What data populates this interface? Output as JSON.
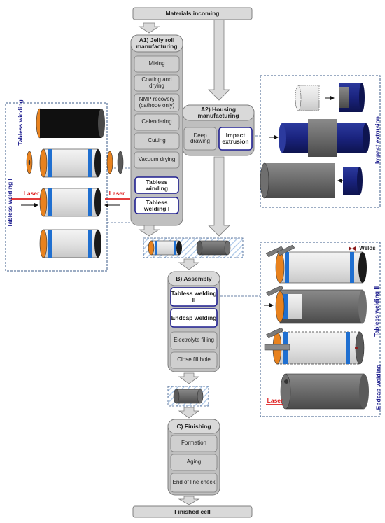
{
  "flow": {
    "materials_incoming": "Materials incoming",
    "finished_cell": "Finished cell"
  },
  "jelly_roll": {
    "title": "A1) Jelly roll manufacturing",
    "steps": [
      "Mixing",
      "Coating and drying",
      "NMP recovery (cathode only)",
      "Calendering",
      "Cutting",
      "Vacuum drying"
    ],
    "highlight": [
      "Tabless winding",
      "Tabless welding I"
    ]
  },
  "housing": {
    "title": "A2) Housing manufacturing",
    "steps": [
      "Deep drawing"
    ],
    "highlight": [
      "Impact extrusion"
    ]
  },
  "assembly": {
    "title": "B) Assembly",
    "highlight": [
      "Tabless welding II",
      "Endcap welding"
    ],
    "steps": [
      "Electrolyte filling",
      "Close fill hole"
    ]
  },
  "finishing": {
    "title": "C) Finishing",
    "steps": [
      "Formation",
      "Aging",
      "End of line check"
    ]
  },
  "side_labels": {
    "tabless_winding": "Tabless winding",
    "tabless_welding_1": "Tabless welding I",
    "impact_extrusion": "Impact extrusion",
    "tabless_welding_2": "Tabless welding II",
    "endcap_welding": "Endcap welding"
  },
  "annotations": {
    "laser_left": "Laser",
    "laser_right": "Laser",
    "laser_endcap": "Laser",
    "welds": "Welds"
  },
  "colors": {
    "box_gray": "#d9d9d9",
    "panel_gray": "#bfbfbf",
    "highlight_border": "#1f1f8f",
    "blue_stripe": "#1f6fd0",
    "orange": "#e8821e",
    "dark_gray": "#5a5a5a",
    "navy": "#1a237e",
    "laser_red": "#e02020"
  }
}
